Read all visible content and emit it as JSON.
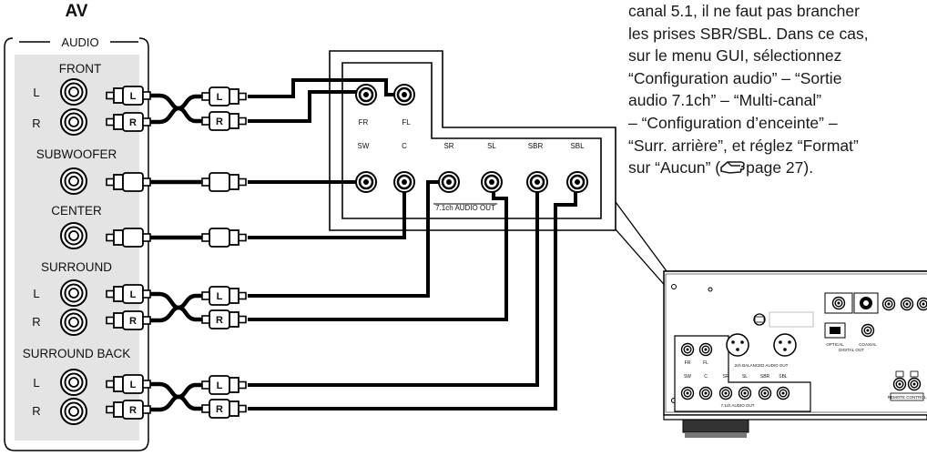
{
  "av_panel": {
    "title": "AV",
    "audio_label": "AUDIO",
    "groups": [
      {
        "name": "FRONT",
        "channels": [
          "L",
          "R"
        ]
      },
      {
        "name": "SUBWOOFER",
        "channels": [
          ""
        ]
      },
      {
        "name": "CENTER",
        "channels": [
          ""
        ]
      },
      {
        "name": "SURROUND",
        "channels": [
          "L",
          "R"
        ]
      },
      {
        "name": "SURROUND BACK",
        "channels": [
          "L",
          "R"
        ]
      }
    ]
  },
  "plug_labels": {
    "left": "L",
    "right": "R"
  },
  "output_panel": {
    "top_labels": [
      "FR",
      "FL"
    ],
    "bottom_labels": [
      "SW",
      "C",
      "SR",
      "SL",
      "SBR",
      "SBL"
    ],
    "caption": "7.1ch AUDIO OUT"
  },
  "rear_panel": {
    "top_labels": [
      "FR",
      "FL"
    ],
    "bottom_labels": [
      "SW",
      "C",
      "SR",
      "SL",
      "SBR",
      "SBL"
    ],
    "audio_out_caption": "7.1ch AUDIO OUT",
    "balanced_caption": "2ch BALANCED AUDIO OUT",
    "optical_label": "OPTICAL",
    "coaxial_label": "COAXIAL",
    "digital_out_label": "DIGITAL OUT",
    "remote_label": "REMOTE CONTROL"
  },
  "note": {
    "lines": [
      "canal 5.1, il ne faut pas brancher",
      "les prises SBR/SBL. Dans ce cas,",
      "sur le menu GUI, sélectionnez",
      "“Configuration audio” – “Sortie",
      "audio 7.1ch” – “Multi-canal”",
      "– “Configuration d’enceinte” –",
      "“Surr. arrière”, et réglez “Format”"
    ],
    "last_before": "sur “Aucun” (",
    "page_ref": "page 27).",
    "icon": "pointing-hand-icon"
  },
  "colors": {
    "panel_fill": "#e4e4e4",
    "line": "#000000",
    "background": "#ffffff"
  }
}
